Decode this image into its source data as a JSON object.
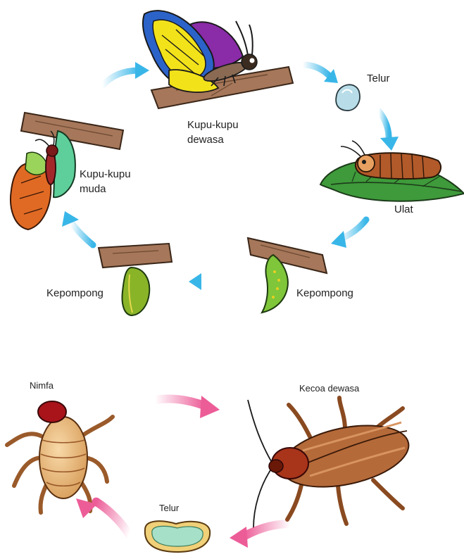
{
  "butterfly_cycle": {
    "stages": {
      "adult": "Kupu-kupu dewasa",
      "adult_line1": "Kupu-kupu",
      "adult_line2": "dewasa",
      "egg": "Telur",
      "larva": "Ulat",
      "pupa_right": "Kepompong",
      "pupa_left": "Kepompong",
      "young": "Kupu-kupu muda",
      "young_line1": "Kupu-kupu",
      "young_line2": "muda"
    },
    "arrow_color": "#39b6e8"
  },
  "cockroach_cycle": {
    "stages": {
      "nymph": "Nimfa",
      "adult": "Kecoa dewasa",
      "egg": "Telur"
    },
    "arrow_color": "#ec5d98"
  },
  "icons": [
    "butterfly-icon",
    "egg-icon",
    "caterpillar-icon",
    "chrysalis-icon",
    "cockroach-icon",
    "nymph-icon",
    "ootheca-icon",
    "branch-icon",
    "leaf-icon"
  ]
}
